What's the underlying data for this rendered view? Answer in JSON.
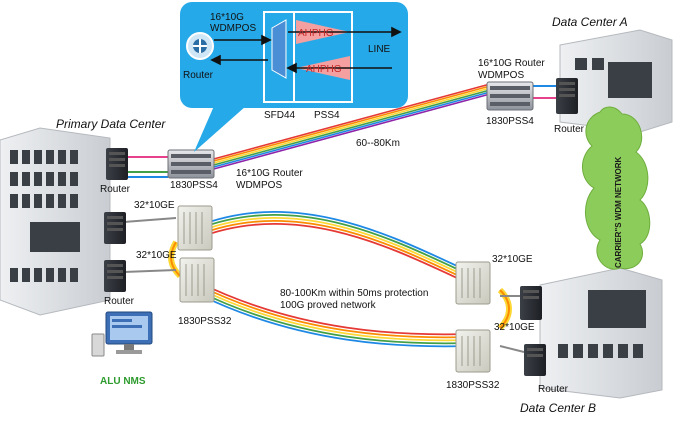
{
  "colors": {
    "callout_bg": "#26a9e8",
    "amp_fill": "#f4a0a0",
    "nms_label": "#2e9b2e",
    "fiber": [
      "#e53935",
      "#fb8c00",
      "#fdd835",
      "#43a047",
      "#1e88e5",
      "#8e24aa"
    ],
    "cloud": "#8ccc5a"
  },
  "callout": {
    "wdm_label_line1": "16*10G",
    "wdm_label_line2": "WDMPOS",
    "router_label": "Router",
    "amp_top": "AHPHG",
    "amp_bottom": "AHPHG",
    "line_label": "LINE",
    "sfd_label": "SFD44",
    "pss_label": "PSS4"
  },
  "sites": {
    "primary": "Primary Data Center",
    "a": "Data Center A",
    "b": "Data Center B"
  },
  "labels": {
    "router_primary_top": "Router",
    "router_primary_bottom": "Router",
    "router_a": "Router",
    "router_b": "Router",
    "pss4_primary": "1830PSS4",
    "pss4_a": "1830PSS4",
    "wdm_primary_line1": "16*10G Router",
    "wdm_primary_line2": "WDMPOS",
    "wdm_a_line1": "16*10G Router",
    "wdm_a_line2": "WDMPOS",
    "distance_top": "60--80Km",
    "ge_left_top": "32*10GE",
    "ge_left_bottom": "32*10GE",
    "ge_right_top": "32*10GE",
    "ge_right_bottom": "32*10GE",
    "pss32_left": "1830PSS32",
    "pss32_right": "1830PSS32",
    "protection_line1": "80-100Km within 50ms protection",
    "protection_line2": "100G proved network",
    "carrier": "CARRIER\"S WDM NETWORK",
    "nms": "ALU NMS"
  }
}
